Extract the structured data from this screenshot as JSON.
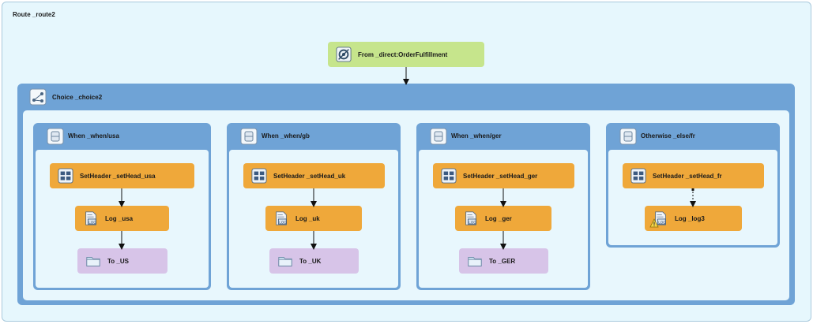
{
  "route": {
    "title": "Route _route2"
  },
  "from": {
    "label": "From _direct:OrderFulfillment"
  },
  "choice": {
    "label": "Choice _choice2"
  },
  "branches": [
    {
      "title": "When _when/usa",
      "setheader": "SetHeader _setHead_usa",
      "log": "Log _usa",
      "to": "To _US"
    },
    {
      "title": "When _when/gb",
      "setheader": "SetHeader _setHead_uk",
      "log": "Log _uk",
      "to": "To _UK"
    },
    {
      "title": "When _when/ger",
      "setheader": "SetHeader _setHead_ger",
      "log": "Log _ger",
      "to": "To _GER"
    },
    {
      "title": "Otherwise _else/fr",
      "setheader": "SetHeader _setHead_fr",
      "log": "Log _log3"
    }
  ],
  "icons": {
    "from": "endpoint-icon",
    "choice": "choice-icon",
    "branch": "when-icon",
    "setheader": "setheader-icon",
    "log": "log-icon",
    "to": "folder-icon",
    "warning": "warning-icon"
  },
  "colors": {
    "route_bg": "#e6f7fd",
    "from": "#c6e58c",
    "container": "#6fa3d6",
    "processor": "#efa83a",
    "endpoint": "#d7c4e8"
  }
}
